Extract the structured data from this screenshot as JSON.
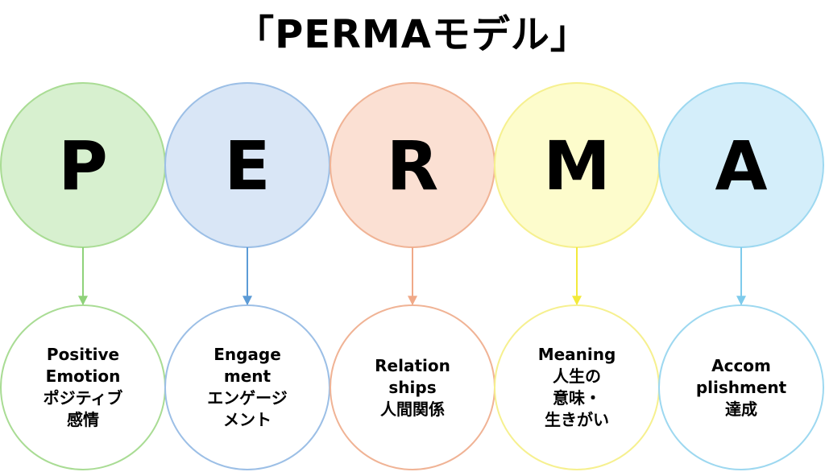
{
  "title": "「PERMAモデル」",
  "items": [
    {
      "letter": "P",
      "fill": "#d7f0cf",
      "stroke": "#a9dc94",
      "arrow": "#8fd27a",
      "lines": [
        "Positive",
        "Emotion",
        "ポジティブ",
        "感情"
      ]
    },
    {
      "letter": "E",
      "fill": "#d9e6f6",
      "stroke": "#9cbfe6",
      "arrow": "#5c9bd6",
      "lines": [
        "Engage",
        "ment",
        "エンゲージ",
        "メント"
      ]
    },
    {
      "letter": "R",
      "fill": "#fbe0d3",
      "stroke": "#f0b395",
      "arrow": "#f0a988",
      "lines": [
        "Relation",
        "ships",
        "人間関係"
      ]
    },
    {
      "letter": "M",
      "fill": "#fdfccc",
      "stroke": "#f6f08f",
      "arrow": "#f3ea3b",
      "lines": [
        "Meaning",
        "人生の",
        "意味・",
        "生きがい"
      ]
    },
    {
      "letter": "A",
      "fill": "#d4eefa",
      "stroke": "#9dd8f0",
      "arrow": "#7ecbec",
      "lines": [
        "Accom",
        "plishment",
        "達成"
      ]
    }
  ]
}
